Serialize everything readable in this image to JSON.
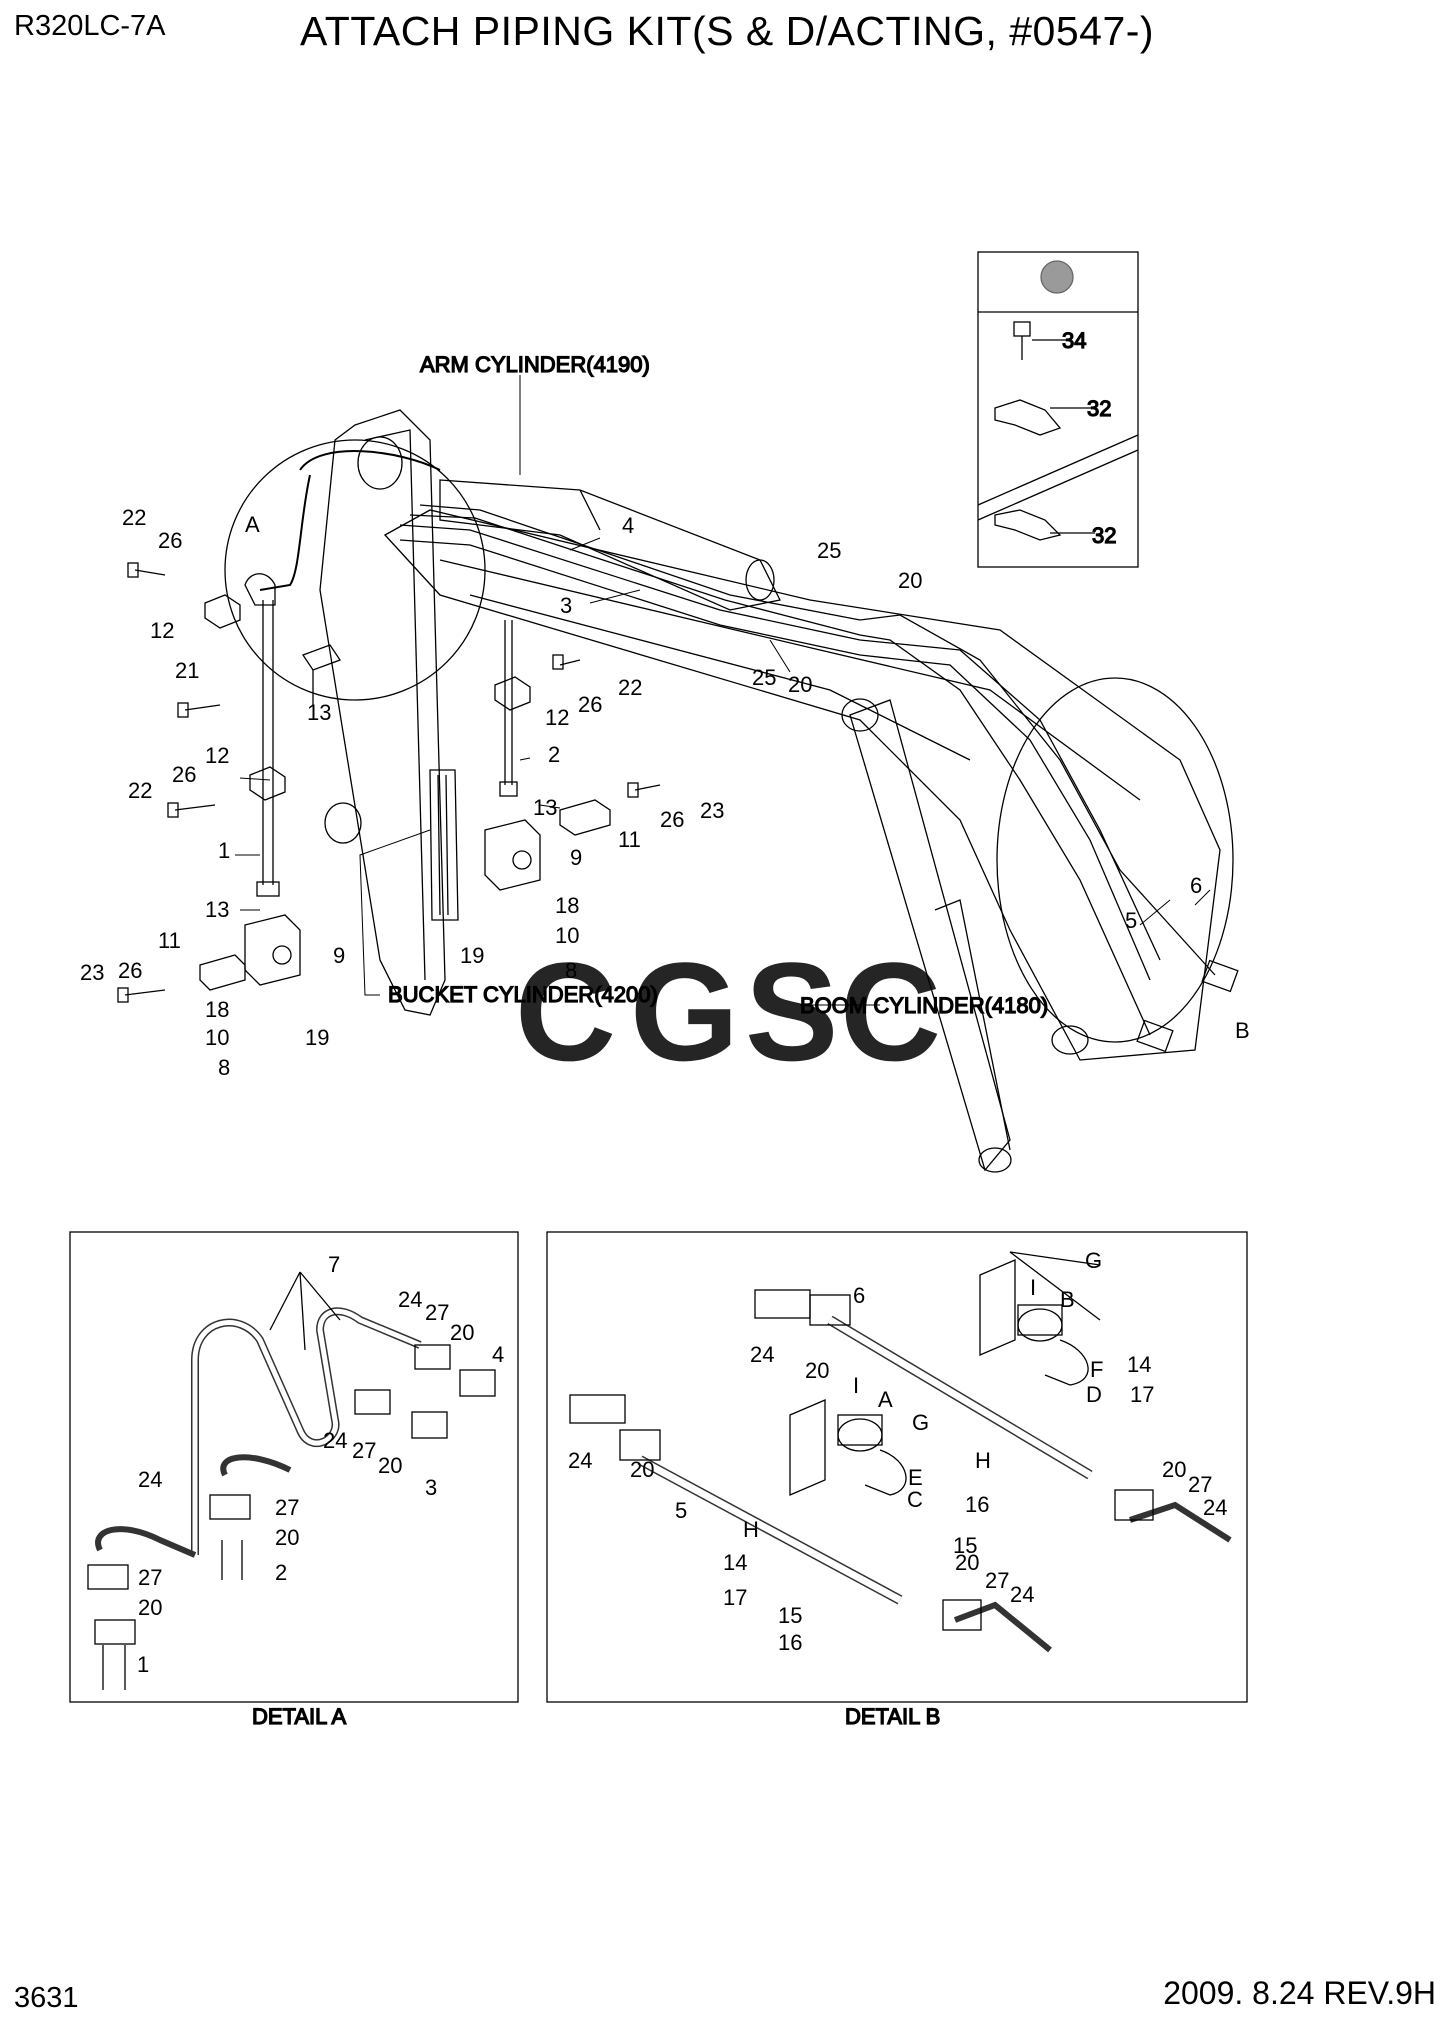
{
  "header": {
    "model": "R320LC-7A",
    "title": "ATTACH PIPING KIT(S & D/ACTING, #0547-)"
  },
  "footer": {
    "page": "3631",
    "rev": "2009. 8.24  REV.9H"
  },
  "callouts": {
    "arm": "ARM CYLINDER(4190)",
    "bucket": "BUCKET CYLINDER(4200)",
    "boom": "BOOM CYLINDER(4180)"
  },
  "watermark": {
    "text": "CGSC",
    "colors": [
      "#6e9cf0",
      "#f19a93",
      "#f7d463",
      "#67c29a"
    ]
  },
  "detail_titles": {
    "a": "DETAIL A",
    "b": "DETAIL B"
  },
  "inset": {
    "marker_color": "#9a9a9a",
    "labels": [
      "34",
      "32",
      "32"
    ]
  },
  "main_labels": [
    "A",
    "B",
    "22",
    "26",
    "12",
    "21",
    "13",
    "12",
    "26",
    "22",
    "1",
    "13",
    "9",
    "11",
    "26",
    "23",
    "18",
    "10",
    "19",
    "8",
    "2",
    "12",
    "26",
    "22",
    "13",
    "11",
    "26",
    "23",
    "9",
    "18",
    "10",
    "19",
    "8",
    "3",
    "4",
    "25",
    "20",
    "25",
    "20",
    "5",
    "6"
  ],
  "detail_a_labels": [
    "7",
    "24",
    "27",
    "20",
    "4",
    "24",
    "27",
    "20",
    "3",
    "24",
    "27",
    "20",
    "2",
    "27",
    "20",
    "1"
  ],
  "detail_b_labels": [
    "G",
    "I",
    "B",
    "6",
    "24",
    "20",
    "14",
    "F",
    "D",
    "17",
    "I",
    "A",
    "G",
    "24",
    "20",
    "5",
    "E",
    "C",
    "H",
    "H",
    "14",
    "17",
    "15",
    "16",
    "20",
    "27",
    "24",
    "20",
    "27",
    "24",
    "15",
    "16"
  ]
}
